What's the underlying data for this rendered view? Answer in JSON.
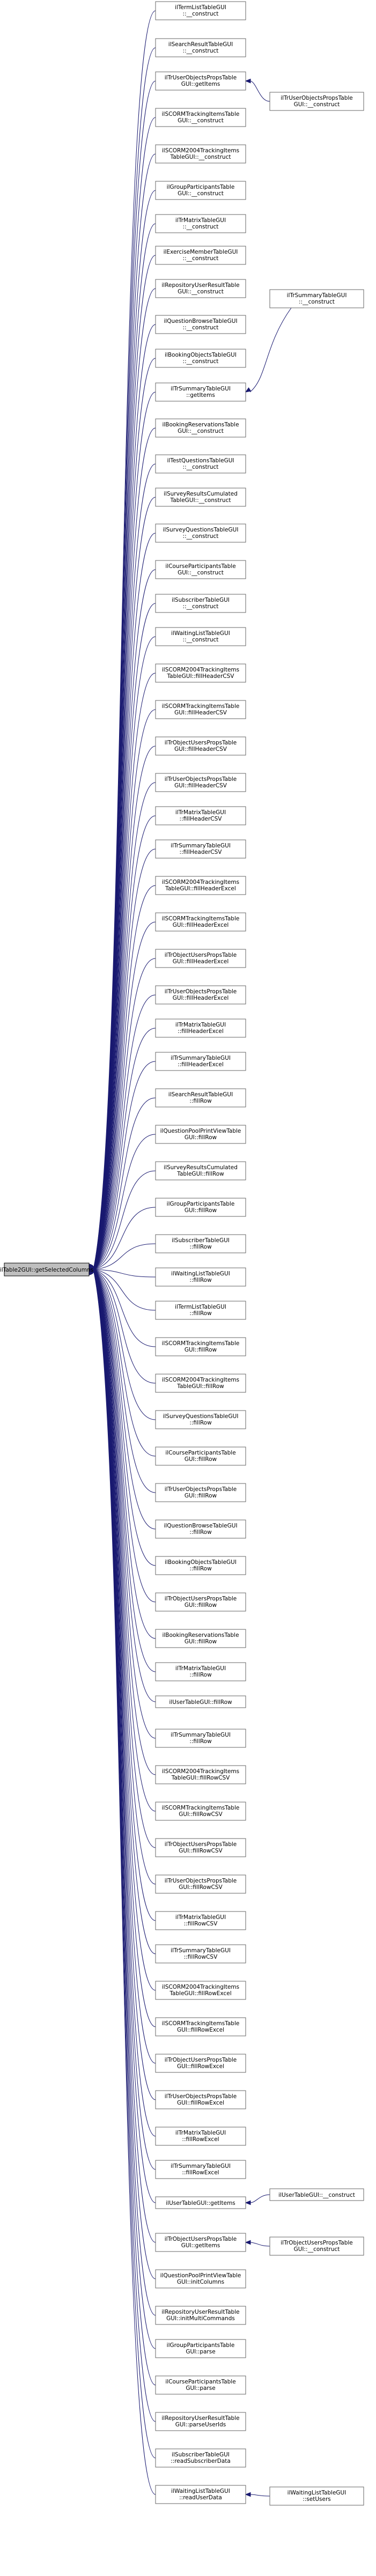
{
  "focus": {
    "label": "ilTable2GUI::getSelectedColumns"
  },
  "nodes": [
    {
      "id": "n1",
      "lines": [
        "ilTermListTableGUI",
        "::__construct"
      ]
    },
    {
      "id": "n2",
      "lines": [
        "ilSearchResultTableGUI",
        "::__construct"
      ]
    },
    {
      "id": "n3",
      "lines": [
        "ilTrUserObjectsPropsTable",
        "GUI::getItems"
      ]
    },
    {
      "id": "n4",
      "lines": [
        "ilSCORMTrackingItemsTable",
        "GUI::__construct"
      ]
    },
    {
      "id": "n5",
      "lines": [
        "ilSCORM2004TrackingItems",
        "TableGUI::__construct"
      ]
    },
    {
      "id": "n6",
      "lines": [
        "ilGroupParticipantsTable",
        "GUI::__construct"
      ]
    },
    {
      "id": "n7",
      "lines": [
        "ilTrMatrixTableGUI",
        "::__construct"
      ]
    },
    {
      "id": "n8",
      "lines": [
        "ilExerciseMemberTableGUI",
        "::__construct"
      ]
    },
    {
      "id": "n9",
      "lines": [
        "ilRepositoryUserResultTable",
        "GUI::__construct"
      ]
    },
    {
      "id": "n10",
      "lines": [
        "ilQuestionBrowseTableGUI",
        "::__construct"
      ]
    },
    {
      "id": "n11",
      "lines": [
        "ilBookingObjectsTableGUI",
        "::__construct"
      ]
    },
    {
      "id": "n12",
      "lines": [
        "ilTrSummaryTableGUI",
        "::getItems"
      ]
    },
    {
      "id": "n13",
      "lines": [
        "ilBookingReservationsTable",
        "GUI::__construct"
      ]
    },
    {
      "id": "n14",
      "lines": [
        "ilTestQuestionsTableGUI",
        "::__construct"
      ]
    },
    {
      "id": "n15",
      "lines": [
        "ilSurveyResultsCumulated",
        "TableGUI::__construct"
      ]
    },
    {
      "id": "n16",
      "lines": [
        "ilSurveyQuestionsTableGUI",
        "::__construct"
      ]
    },
    {
      "id": "n17",
      "lines": [
        "ilCourseParticipantsTable",
        "GUI::__construct"
      ]
    },
    {
      "id": "n18",
      "lines": [
        "ilSubscriberTableGUI",
        "::__construct"
      ]
    },
    {
      "id": "n19",
      "lines": [
        "ilWaitingListTableGUI",
        "::__construct"
      ]
    },
    {
      "id": "n20",
      "lines": [
        "ilSCORM2004TrackingItems",
        "TableGUI::fillHeaderCSV"
      ]
    },
    {
      "id": "n21",
      "lines": [
        "ilSCORMTrackingItemsTable",
        "GUI::fillHeaderCSV"
      ]
    },
    {
      "id": "n22",
      "lines": [
        "ilTrObjectUsersPropsTable",
        "GUI::fillHeaderCSV"
      ]
    },
    {
      "id": "n23",
      "lines": [
        "ilTrUserObjectsPropsTable",
        "GUI::fillHeaderCSV"
      ]
    },
    {
      "id": "n24",
      "lines": [
        "ilTrMatrixTableGUI",
        "::fillHeaderCSV"
      ]
    },
    {
      "id": "n25",
      "lines": [
        "ilTrSummaryTableGUI",
        "::fillHeaderCSV"
      ]
    },
    {
      "id": "n26",
      "lines": [
        "ilSCORM2004TrackingItems",
        "TableGUI::fillHeaderExcel"
      ]
    },
    {
      "id": "n27",
      "lines": [
        "ilSCORMTrackingItemsTable",
        "GUI::fillHeaderExcel"
      ]
    },
    {
      "id": "n28",
      "lines": [
        "ilTrObjectUsersPropsTable",
        "GUI::fillHeaderExcel"
      ]
    },
    {
      "id": "n29",
      "lines": [
        "ilTrUserObjectsPropsTable",
        "GUI::fillHeaderExcel"
      ]
    },
    {
      "id": "n30",
      "lines": [
        "ilTrMatrixTableGUI",
        "::fillHeaderExcel"
      ]
    },
    {
      "id": "n31",
      "lines": [
        "ilTrSummaryTableGUI",
        "::fillHeaderExcel"
      ]
    },
    {
      "id": "n32",
      "lines": [
        "ilSearchResultTableGUI",
        "::fillRow"
      ]
    },
    {
      "id": "n33",
      "lines": [
        "ilQuestionPoolPrintViewTable",
        "GUI::fillRow"
      ]
    },
    {
      "id": "n34",
      "lines": [
        "ilSurveyResultsCumulated",
        "TableGUI::fillRow"
      ]
    },
    {
      "id": "n35",
      "lines": [
        "ilGroupParticipantsTable",
        "GUI::fillRow"
      ]
    },
    {
      "id": "n36",
      "lines": [
        "ilSubscriberTableGUI",
        "::fillRow"
      ]
    },
    {
      "id": "n37",
      "lines": [
        "ilWaitingListTableGUI",
        "::fillRow"
      ]
    },
    {
      "id": "n38",
      "lines": [
        "ilTermListTableGUI",
        "::fillRow"
      ]
    },
    {
      "id": "n39",
      "lines": [
        "ilSCORMTrackingItemsTable",
        "GUI::fillRow"
      ]
    },
    {
      "id": "n40",
      "lines": [
        "ilSCORM2004TrackingItems",
        "TableGUI::fillRow"
      ]
    },
    {
      "id": "n41",
      "lines": [
        "ilSurveyQuestionsTableGUI",
        "::fillRow"
      ]
    },
    {
      "id": "n42",
      "lines": [
        "ilCourseParticipantsTable",
        "GUI::fillRow"
      ]
    },
    {
      "id": "n43",
      "lines": [
        "ilTrUserObjectsPropsTable",
        "GUI::fillRow"
      ]
    },
    {
      "id": "n44",
      "lines": [
        "ilQuestionBrowseTableGUI",
        "::fillRow"
      ]
    },
    {
      "id": "n45",
      "lines": [
        "ilBookingObjectsTableGUI",
        "::fillRow"
      ]
    },
    {
      "id": "n46",
      "lines": [
        "ilTrObjectUsersPropsTable",
        "GUI::fillRow"
      ]
    },
    {
      "id": "n47",
      "lines": [
        "ilBookingReservationsTable",
        "GUI::fillRow"
      ]
    },
    {
      "id": "n48",
      "lines": [
        "ilTrMatrixTableGUI",
        "::fillRow"
      ]
    },
    {
      "id": "n49",
      "lines": [
        "ilUserTableGUI::fillRow"
      ]
    },
    {
      "id": "n50",
      "lines": [
        "ilTrSummaryTableGUI",
        "::fillRow"
      ]
    },
    {
      "id": "n51",
      "lines": [
        "ilSCORM2004TrackingItems",
        "TableGUI::fillRowCSV"
      ]
    },
    {
      "id": "n52",
      "lines": [
        "ilSCORMTrackingItemsTable",
        "GUI::fillRowCSV"
      ]
    },
    {
      "id": "n53",
      "lines": [
        "ilTrObjectUsersPropsTable",
        "GUI::fillRowCSV"
      ]
    },
    {
      "id": "n54",
      "lines": [
        "ilTrUserObjectsPropsTable",
        "GUI::fillRowCSV"
      ]
    },
    {
      "id": "n55",
      "lines": [
        "ilTrMatrixTableGUI",
        "::fillRowCSV"
      ]
    },
    {
      "id": "n56",
      "lines": [
        "ilTrSummaryTableGUI",
        "::fillRowCSV"
      ]
    },
    {
      "id": "n57",
      "lines": [
        "ilSCORM2004TrackingItems",
        "TableGUI::fillRowExcel"
      ]
    },
    {
      "id": "n58",
      "lines": [
        "ilSCORMTrackingItemsTable",
        "GUI::fillRowExcel"
      ]
    },
    {
      "id": "n59",
      "lines": [
        "ilTrObjectUsersPropsTable",
        "GUI::fillRowExcel"
      ]
    },
    {
      "id": "n60",
      "lines": [
        "ilTrUserObjectsPropsTable",
        "GUI::fillRowExcel"
      ]
    },
    {
      "id": "n61",
      "lines": [
        "ilTrMatrixTableGUI",
        "::fillRowExcel"
      ]
    },
    {
      "id": "n62",
      "lines": [
        "ilTrSummaryTableGUI",
        "::fillRowExcel"
      ]
    },
    {
      "id": "n63",
      "lines": [
        "ilUserTableGUI::getItems"
      ]
    },
    {
      "id": "n64",
      "lines": [
        "ilTrObjectUsersPropsTable",
        "GUI::getItems"
      ]
    },
    {
      "id": "n65",
      "lines": [
        "ilQuestionPoolPrintViewTable",
        "GUI::initColumns"
      ]
    },
    {
      "id": "n66",
      "lines": [
        "ilRepositoryUserResultTable",
        "GUI::initMultiCommands"
      ]
    },
    {
      "id": "n67",
      "lines": [
        "ilGroupParticipantsTable",
        "GUI::parse"
      ]
    },
    {
      "id": "n68",
      "lines": [
        "ilCourseParticipantsTable",
        "GUI::parse"
      ]
    },
    {
      "id": "n69",
      "lines": [
        "ilRepositoryUserResultTable",
        "GUI::parseUserIds"
      ]
    },
    {
      "id": "n70",
      "lines": [
        "ilSubscriberTableGUI",
        "::readSubscriberData"
      ]
    },
    {
      "id": "n71",
      "lines": [
        "ilWaitingListTableGUI",
        "::readUserData"
      ]
    },
    {
      "id": "r1",
      "lines": [
        "ilTrUserObjectsPropsTable",
        "GUI::__construct"
      ]
    },
    {
      "id": "r2",
      "lines": [
        "ilTrSummaryTableGUI",
        "::__construct"
      ]
    },
    {
      "id": "r3",
      "lines": [
        "ilUserTableGUI::__construct"
      ]
    },
    {
      "id": "r4",
      "lines": [
        "ilTrObjectUsersPropsTable",
        "GUI::__construct"
      ]
    },
    {
      "id": "r5",
      "lines": [
        "ilWaitingListTableGUI",
        "::setUsers"
      ]
    }
  ],
  "secondary_edges": [
    {
      "from": "r1",
      "to": "n3"
    },
    {
      "from": "r2",
      "to": "n12"
    },
    {
      "from": "r3",
      "to": "n63"
    },
    {
      "from": "r4",
      "to": "n64"
    },
    {
      "from": "r5",
      "to": "n71"
    }
  ]
}
